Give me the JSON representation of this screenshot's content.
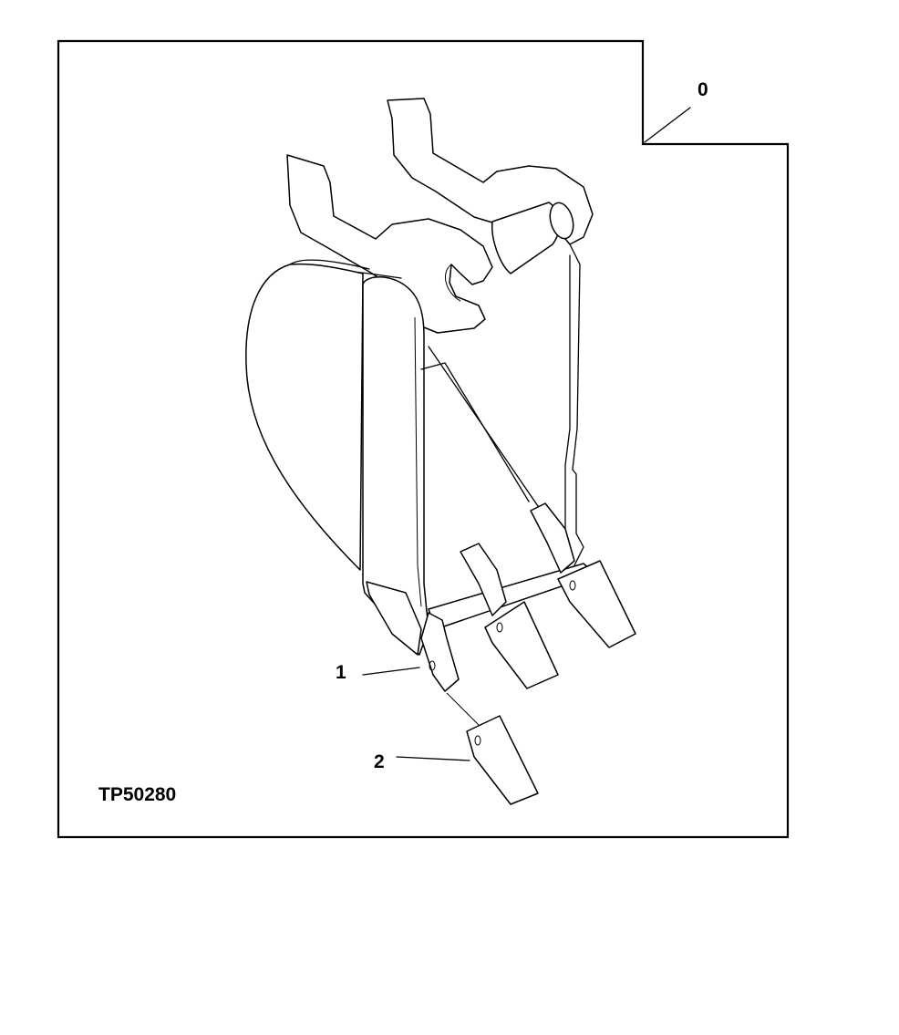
{
  "figure": {
    "id": "TP50280",
    "callouts": {
      "assembly": "0",
      "tooth_shank": "1",
      "tooth_tip": "2"
    }
  },
  "colors": {
    "line": "#000000",
    "background": "#ffffff"
  }
}
